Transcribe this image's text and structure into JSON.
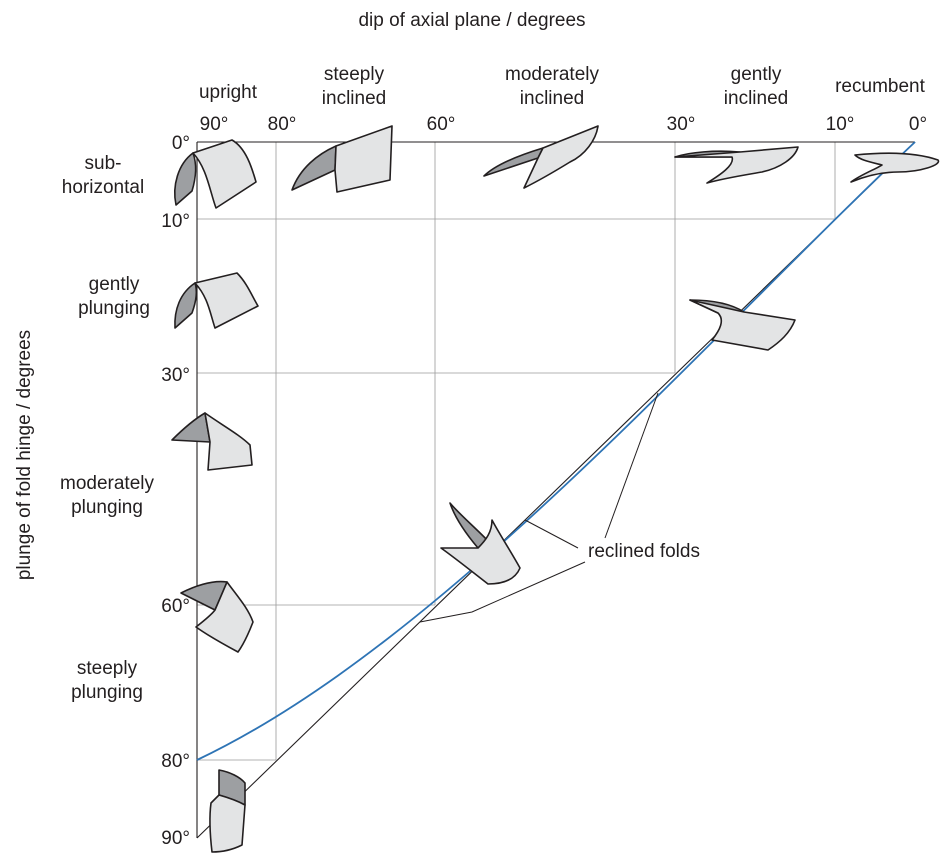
{
  "title_x": "dip of axial plane / degrees",
  "title_y": "plunge of fold hinge / degrees",
  "dip_classes": [
    {
      "line1": "upright",
      "line2": ""
    },
    {
      "line1": "steeply",
      "line2": "inclined"
    },
    {
      "line1": "moderately",
      "line2": "inclined"
    },
    {
      "line1": "gently",
      "line2": "inclined"
    },
    {
      "line1": "recumbent",
      "line2": ""
    }
  ],
  "plunge_classes": [
    {
      "line1": "sub-",
      "line2": "horizontal"
    },
    {
      "line1": "gently",
      "line2": "plunging"
    },
    {
      "line1": "moderately",
      "line2": "plunging"
    },
    {
      "line1": "steeply",
      "line2": "plunging"
    }
  ],
  "dip_ticks": [
    "90°",
    "80°",
    "60°",
    "30°",
    "10°",
    "0°"
  ],
  "plunge_ticks": [
    "0°",
    "10°",
    "30°",
    "60°",
    "80°",
    "90°"
  ],
  "callout": "reclined folds",
  "colors": {
    "ink": "#231f20",
    "grid": "#9a9a9a",
    "boundary_curve": "#2e74b5",
    "fold_light": "#e3e4e5",
    "fold_dark": "#9d9fa2"
  }
}
